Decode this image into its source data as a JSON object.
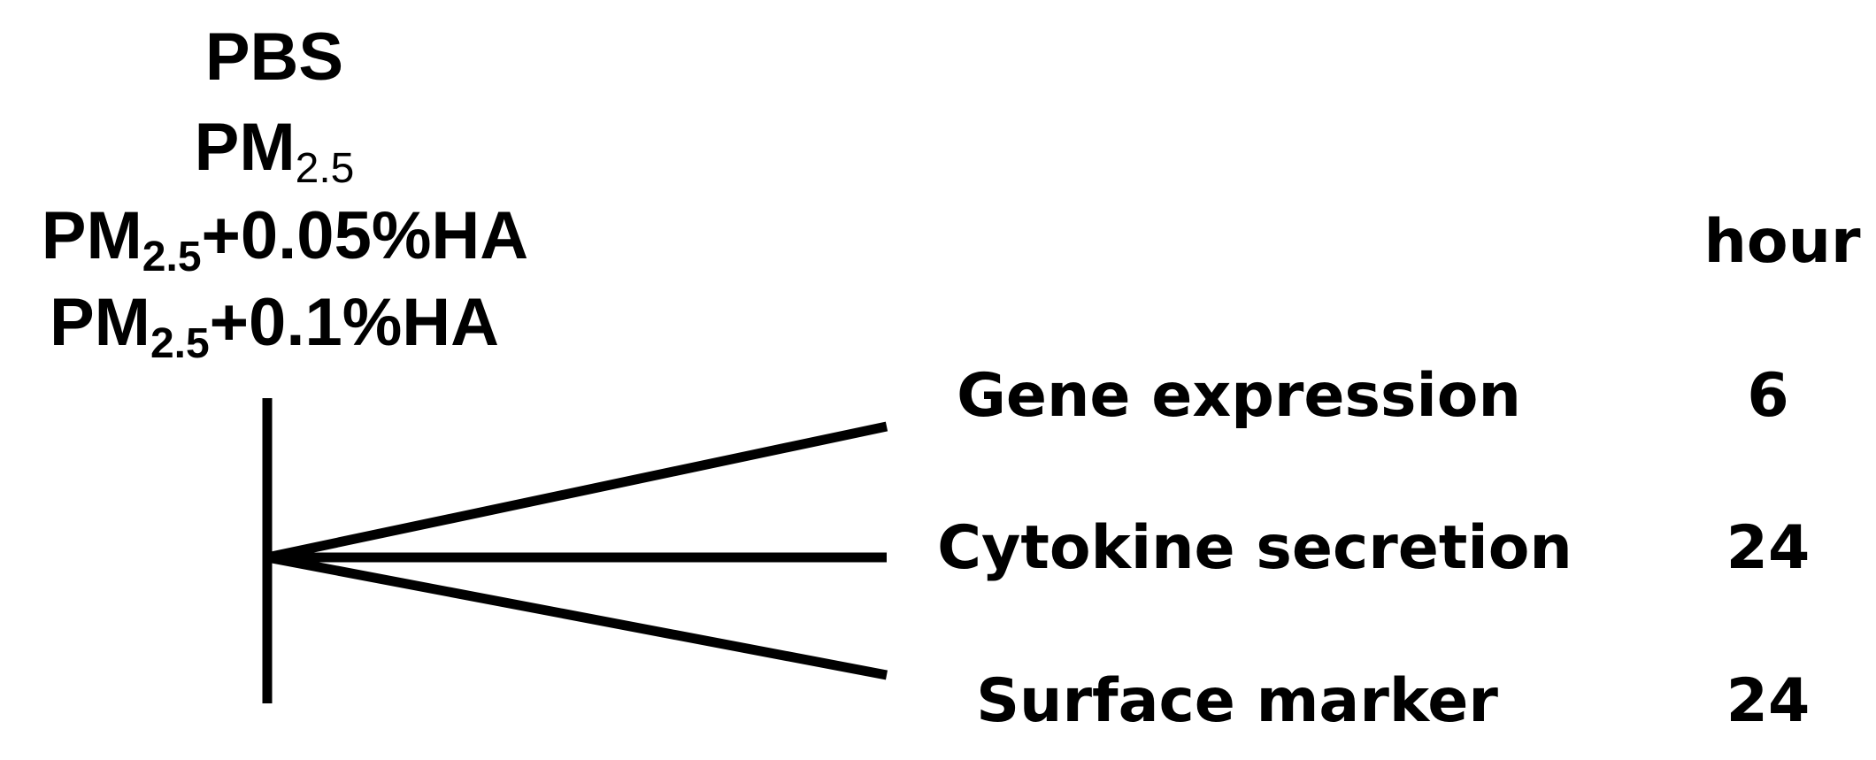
{
  "treatments": [
    {
      "base": "PBS",
      "subscript": "",
      "suffix": ""
    },
    {
      "base": "PM",
      "subscript": "2.5",
      "suffix": ""
    },
    {
      "base": "PM",
      "subscript": "2.5",
      "suffix": "+0.05%HA"
    },
    {
      "base": "PM",
      "subscript": "2.5",
      "suffix": "+0.1%HA"
    }
  ],
  "time_header": "hour",
  "outcomes": [
    {
      "label": "Gene expression",
      "hours": "6"
    },
    {
      "label": "Cytokine secretion",
      "hours": "24"
    },
    {
      "label": "Surface marker",
      "hours": "24"
    }
  ]
}
